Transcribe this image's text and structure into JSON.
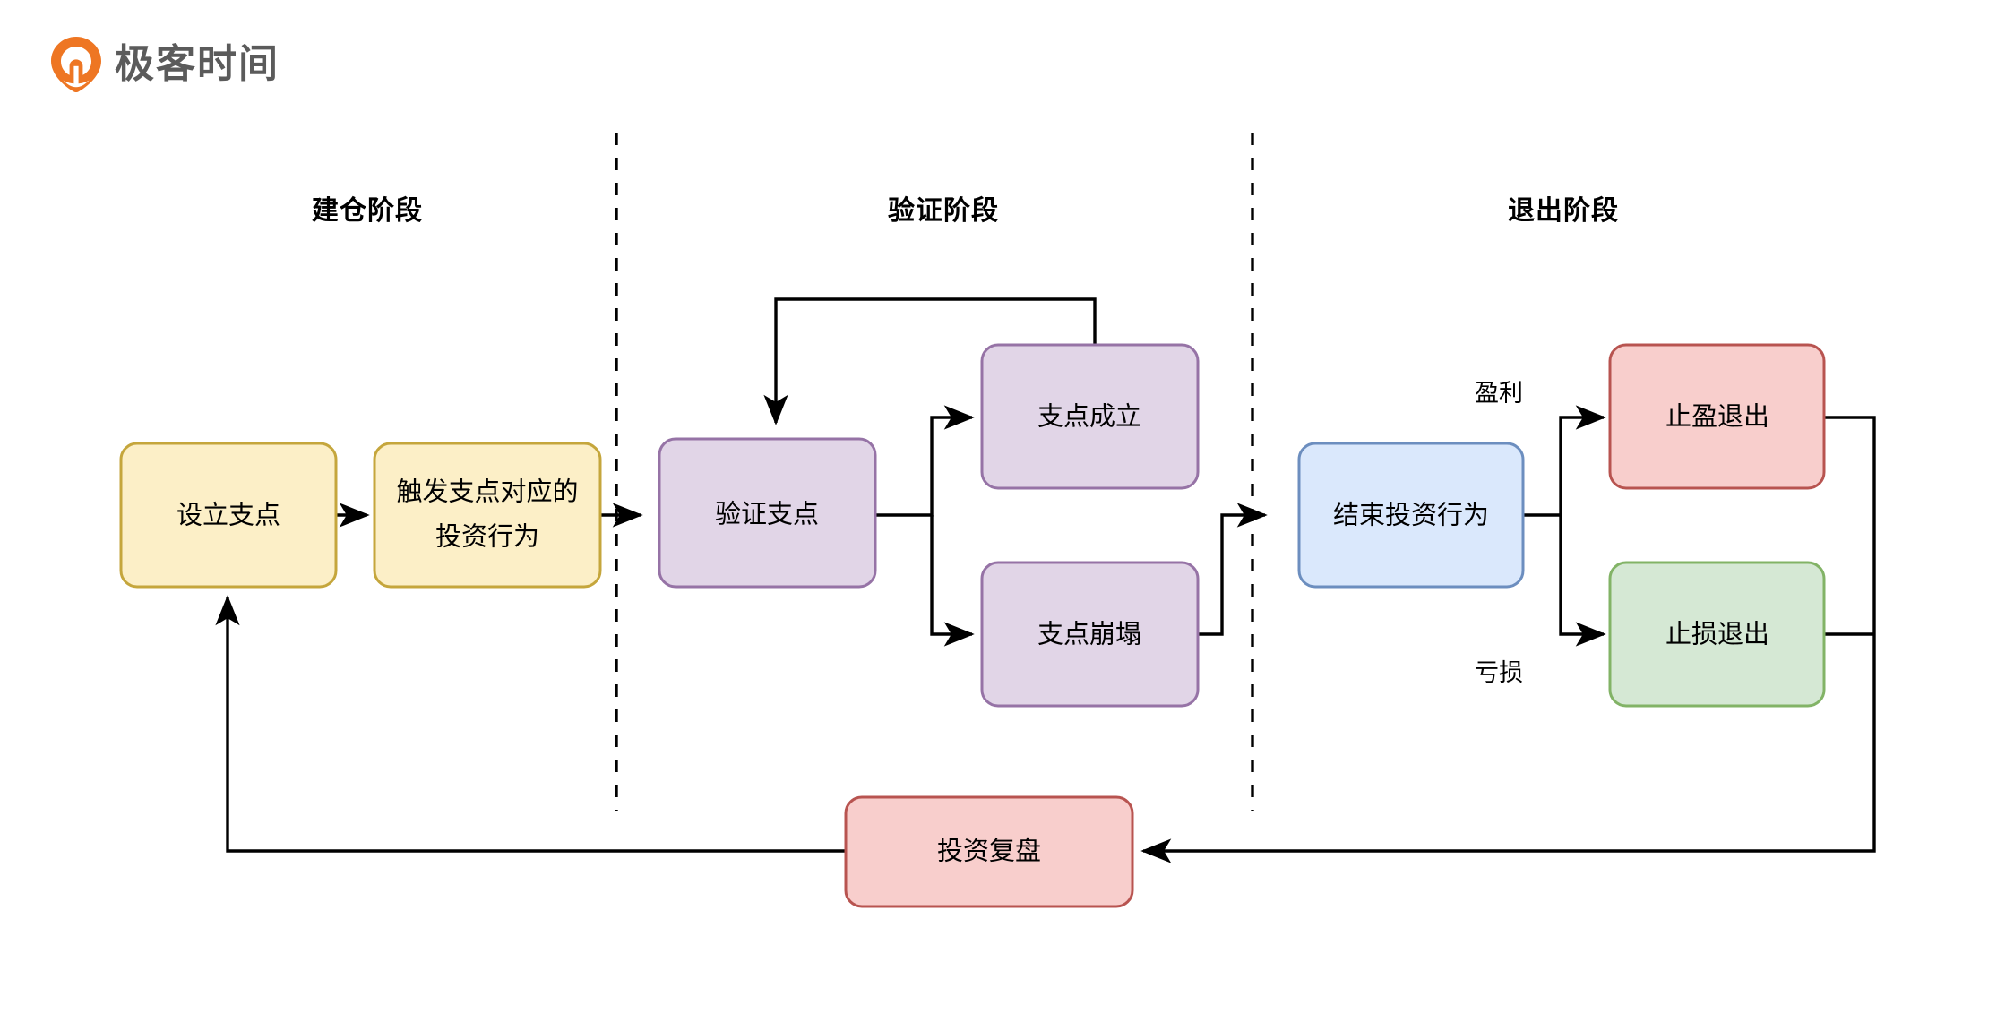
{
  "brand": {
    "name": "极客时间",
    "logo_icon": "geek-time-pin-logo",
    "logo_color": "#EE7623",
    "wordmark_color": "#5B5B5B"
  },
  "phases": [
    {
      "id": "build",
      "label": "建仓阶段"
    },
    {
      "id": "verify",
      "label": "验证阶段"
    },
    {
      "id": "exit",
      "label": "退出阶段"
    }
  ],
  "nodes": [
    {
      "id": "n1",
      "label": "设立支点",
      "lines": [
        "设立支点"
      ],
      "fill": "#FCEFC7",
      "stroke": "#C5A63C",
      "phase": "build"
    },
    {
      "id": "n2",
      "label": "触发支点对应的投资行为",
      "lines": [
        "触发支点对应的",
        "投资行为"
      ],
      "fill": "#FCEFC7",
      "stroke": "#C5A63C",
      "phase": "build"
    },
    {
      "id": "n3",
      "label": "验证支点",
      "lines": [
        "验证支点"
      ],
      "fill": "#E1D5E7",
      "stroke": "#9673A6",
      "phase": "verify"
    },
    {
      "id": "n4",
      "label": "支点成立",
      "lines": [
        "支点成立"
      ],
      "fill": "#E1D5E7",
      "stroke": "#9673A6",
      "phase": "verify"
    },
    {
      "id": "n5",
      "label": "支点崩塌",
      "lines": [
        "支点崩塌"
      ],
      "fill": "#E1D5E7",
      "stroke": "#9673A6",
      "phase": "verify"
    },
    {
      "id": "n6",
      "label": "结束投资行为",
      "lines": [
        "结束投资行为"
      ],
      "fill": "#DAE8FC",
      "stroke": "#6C8EBF",
      "phase": "exit"
    },
    {
      "id": "n7",
      "label": "止盈退出",
      "lines": [
        "止盈退出"
      ],
      "fill": "#F8CECC",
      "stroke": "#B85450",
      "phase": "exit"
    },
    {
      "id": "n8",
      "label": "止损退出",
      "lines": [
        "止损退出"
      ],
      "fill": "#D5E8D4",
      "stroke": "#82B366",
      "phase": "exit"
    },
    {
      "id": "n9",
      "label": "投资复盘",
      "lines": [
        "投资复盘"
      ],
      "fill": "#F8CECC",
      "stroke": "#B85450",
      "phase": "loop"
    }
  ],
  "edges": [
    {
      "from": "n1",
      "to": "n2",
      "label": ""
    },
    {
      "from": "n2",
      "to": "n3",
      "label": ""
    },
    {
      "from": "n3",
      "to": "n4",
      "label": ""
    },
    {
      "from": "n3",
      "to": "n5",
      "label": ""
    },
    {
      "from": "n4",
      "to": "n3",
      "label": ""
    },
    {
      "from": "n5",
      "to": "n6",
      "label": ""
    },
    {
      "from": "n6",
      "to": "n7",
      "label": "盈利"
    },
    {
      "from": "n6",
      "to": "n8",
      "label": "亏损"
    },
    {
      "from": "n7",
      "to": "n9",
      "label": ""
    },
    {
      "from": "n8",
      "to": "n9",
      "label": ""
    },
    {
      "from": "n9",
      "to": "n1",
      "label": ""
    }
  ],
  "edge_labels": {
    "profit": "盈利",
    "loss": "亏损"
  },
  "colors": {
    "line": "#000000",
    "yellow_fill": "#FCEFC7",
    "yellow_stroke": "#C5A63C",
    "purple_fill": "#E1D5E7",
    "purple_stroke": "#9673A6",
    "blue_fill": "#DAE8FC",
    "blue_stroke": "#6C8EBF",
    "red_fill": "#F8CECC",
    "red_stroke": "#B85450",
    "green_fill": "#D5E8D4",
    "green_stroke": "#82B366",
    "background": "#FFFFFF"
  }
}
